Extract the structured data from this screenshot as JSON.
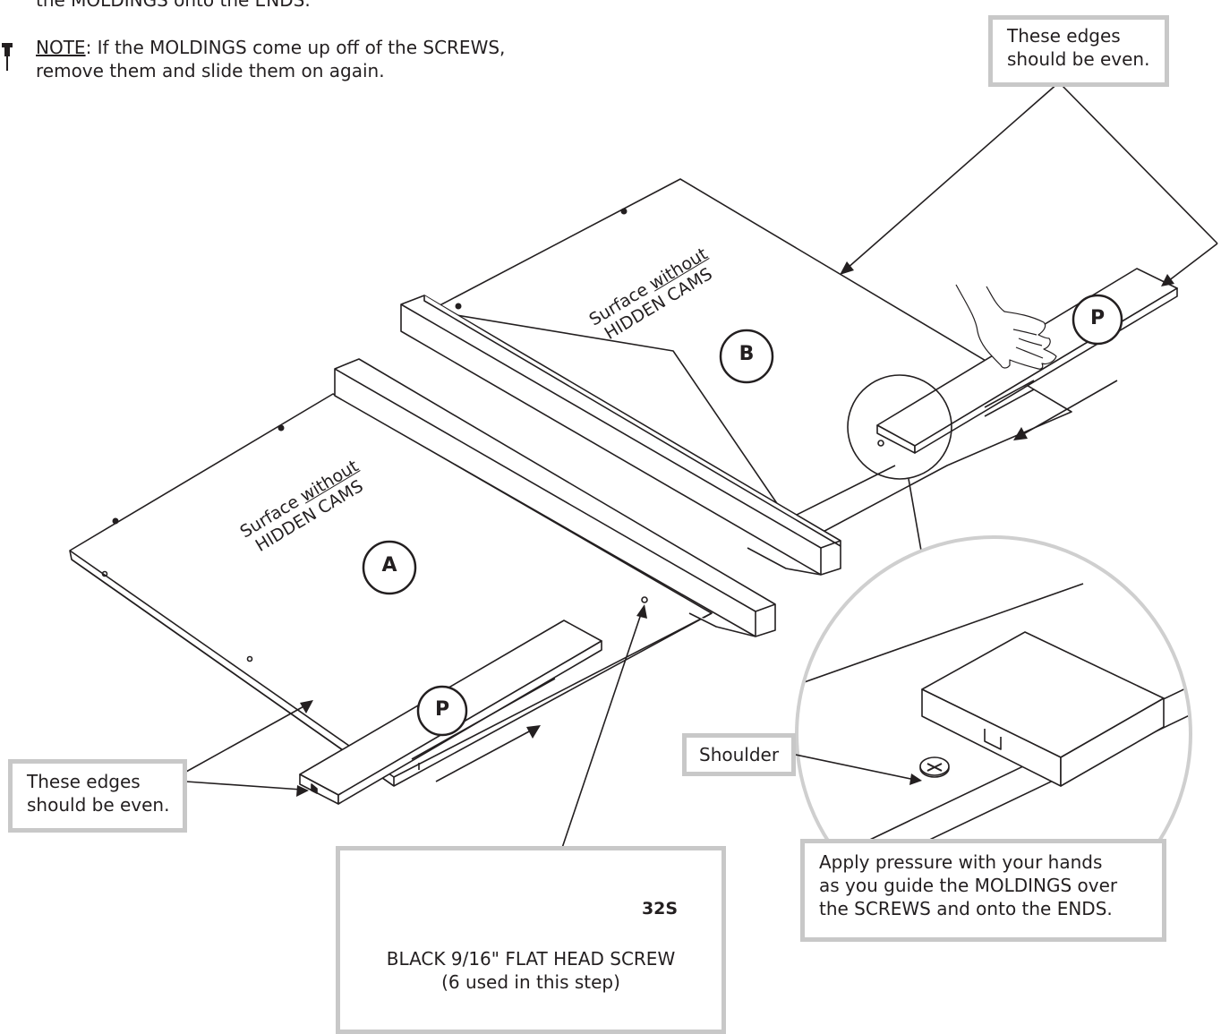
{
  "intro_fragment": "the MOLDINGS onto the ENDS.",
  "note": {
    "label": "NOTE",
    "text_line1": ": If the MOLDINGS come up off of the SCREWS,",
    "text_line2": "remove them and slide them on again."
  },
  "callouts": {
    "top_right": [
      "These edges",
      "should be even."
    ],
    "bottom_left": [
      "These edges",
      "should be even."
    ],
    "shoulder": "Shoulder",
    "pressure": [
      "Apply pressure with your hands",
      "as you guide the MOLDINGS over",
      "the SCREWS and onto the ENDS."
    ]
  },
  "panels": {
    "a": {
      "letter": "A",
      "surface_pre": "Surface ",
      "surface_ul": "without",
      "surface_line2": "HIDDEN CAMS"
    },
    "b": {
      "letter": "B",
      "surface_pre": "Surface ",
      "surface_ul": "without",
      "surface_line2": "HIDDEN CAMS"
    }
  },
  "part_label": "P",
  "hardware": {
    "part_number": "32S",
    "name": "BLACK 9/16\" FLAT HEAD SCREW",
    "quantity": "(6 used in this step)"
  },
  "colors": {
    "ink": "#231f20",
    "callout_border": "#c8c8c8"
  }
}
